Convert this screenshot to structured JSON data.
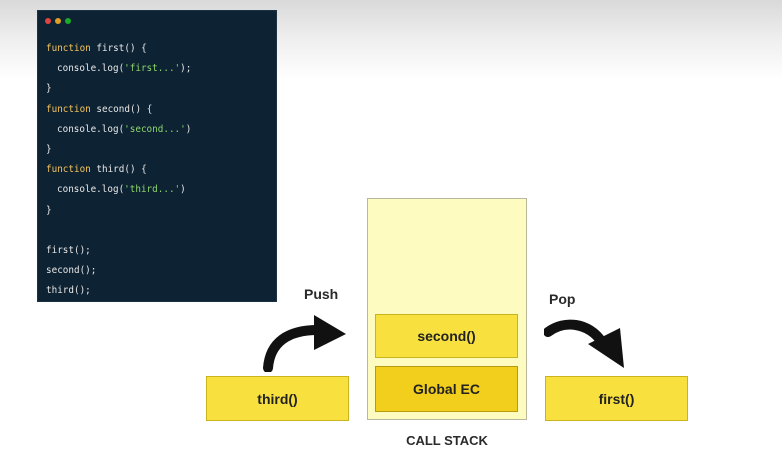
{
  "window_dots": {
    "colors": [
      "#e0443e",
      "#dea123",
      "#1aab29"
    ]
  },
  "code": {
    "lines": [
      {
        "segments": [
          {
            "t": "function ",
            "c": "kw"
          },
          {
            "t": "first() {",
            "c": "plain"
          }
        ],
        "indent": false
      },
      {
        "segments": [
          {
            "t": "console.log(",
            "c": "plain"
          },
          {
            "t": "'first...'",
            "c": "str"
          },
          {
            "t": ");",
            "c": "plain"
          }
        ],
        "indent": true
      },
      {
        "segments": [
          {
            "t": "}",
            "c": "plain"
          }
        ],
        "indent": false
      },
      {
        "segments": [
          {
            "t": "function ",
            "c": "kw"
          },
          {
            "t": "second() {",
            "c": "plain"
          }
        ],
        "indent": false
      },
      {
        "segments": [
          {
            "t": "console.log(",
            "c": "plain"
          },
          {
            "t": "'second...'",
            "c": "str"
          },
          {
            "t": ")",
            "c": "plain"
          }
        ],
        "indent": true
      },
      {
        "segments": [
          {
            "t": "}",
            "c": "plain"
          }
        ],
        "indent": false
      },
      {
        "segments": [
          {
            "t": "function ",
            "c": "kw"
          },
          {
            "t": "third() {",
            "c": "plain"
          }
        ],
        "indent": false
      },
      {
        "segments": [
          {
            "t": "console.log(",
            "c": "plain"
          },
          {
            "t": "'third...'",
            "c": "str"
          },
          {
            "t": ")",
            "c": "plain"
          }
        ],
        "indent": true
      },
      {
        "segments": [
          {
            "t": "}",
            "c": "plain"
          }
        ],
        "indent": false
      },
      {
        "segments": [
          {
            "t": "",
            "c": "plain"
          }
        ],
        "indent": false
      },
      {
        "segments": [
          {
            "t": "first();",
            "c": "plain"
          }
        ],
        "indent": false
      },
      {
        "segments": [
          {
            "t": "second();",
            "c": "plain"
          }
        ],
        "indent": false
      },
      {
        "segments": [
          {
            "t": "third();",
            "c": "plain"
          }
        ],
        "indent": false
      }
    ]
  },
  "diagram": {
    "push_label": "Push",
    "pop_label": "Pop",
    "pushed_frame": "third()",
    "popped_frame": "first()",
    "stack_frames": [
      "second()",
      "Global EC"
    ],
    "stack_label": "CALL STACK",
    "colors": {
      "frame_fill": "#f8e13e",
      "global_fill": "#f2cf1c",
      "stack_bg": "#fefbc1",
      "arrow": "#111111"
    }
  },
  "icons": {
    "push_arrow": "curved-arrow-right-icon",
    "pop_arrow": "curved-arrow-down-right-icon"
  }
}
